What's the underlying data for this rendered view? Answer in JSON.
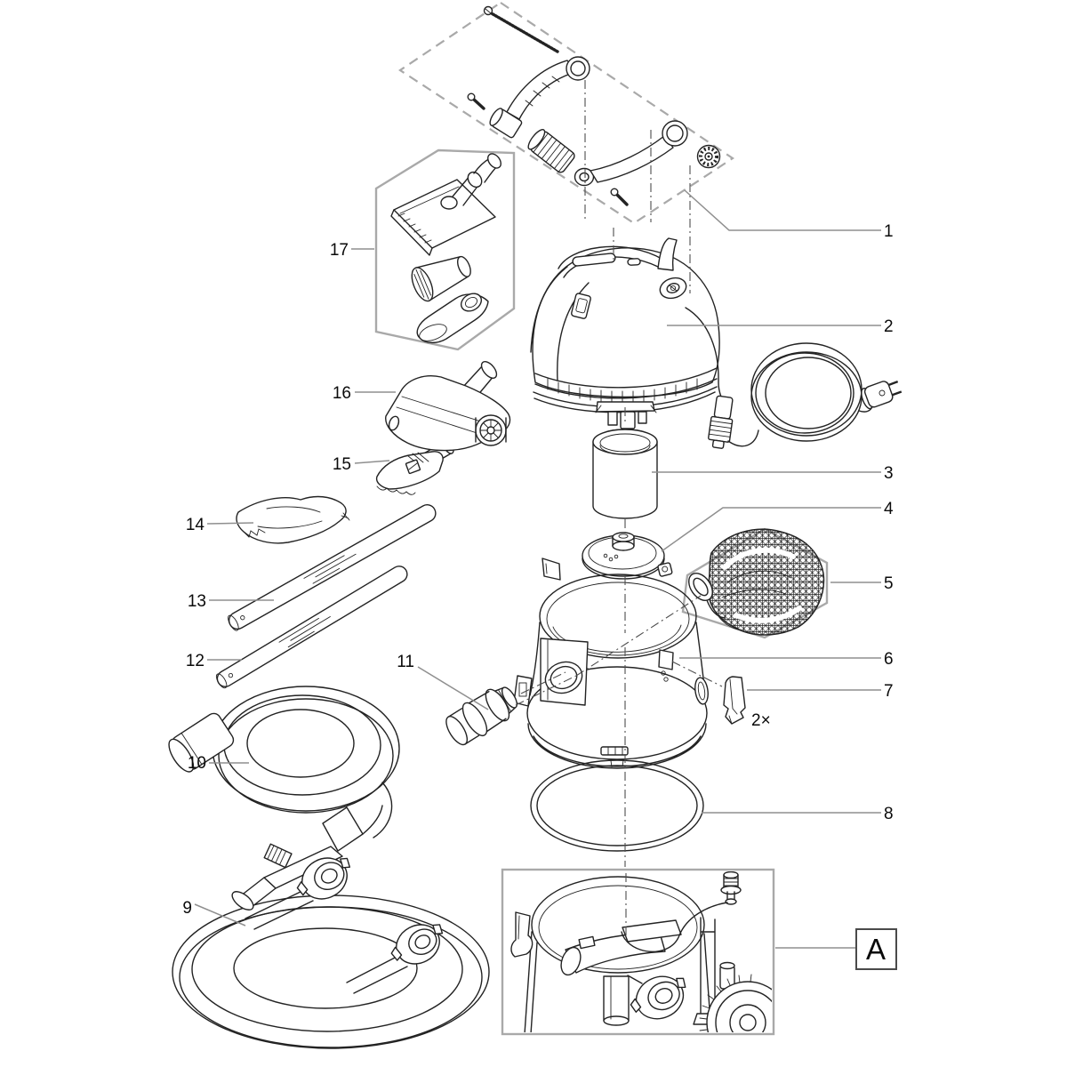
{
  "diagram": {
    "kind": "exploded-parts-diagram"
  },
  "colors": {
    "background": "#ffffff",
    "line_art": "#232323",
    "leader_lines": "#8f8f8f",
    "group_outlines": "#a9a9a9",
    "label_text": "#0a0a0a"
  },
  "callouts": [
    {
      "label": "1",
      "part": "handle-kit-group"
    },
    {
      "label": "2",
      "part": "motor-head-with-power-cord"
    },
    {
      "label": "3",
      "part": "filter-cartridge"
    },
    {
      "label": "4",
      "part": "filter-plate"
    },
    {
      "label": "5",
      "part": "collection-bag-group"
    },
    {
      "label": "6",
      "part": "collector-tank"
    },
    {
      "label": "7",
      "part": "latch-clip"
    },
    {
      "label": "8",
      "part": "sealing-ring"
    },
    {
      "label": "9",
      "part": "discharge-hose"
    },
    {
      "label": "10",
      "part": "suction-hose-with-grip"
    },
    {
      "label": "11",
      "part": "inlet-connector"
    },
    {
      "label": "12",
      "part": "extension-tube-lower"
    },
    {
      "label": "13",
      "part": "extension-tube-upper"
    },
    {
      "label": "14",
      "part": "debris-cloth"
    },
    {
      "label": "15",
      "part": "hand-brush-nozzle"
    },
    {
      "label": "16",
      "part": "floor-nozzle"
    },
    {
      "label": "17",
      "part": "nozzle-set-group"
    },
    {
      "label": "2×",
      "part": "latch-clip-quantity"
    },
    {
      "label": "A",
      "part": "base-unit-detail-marker"
    }
  ]
}
